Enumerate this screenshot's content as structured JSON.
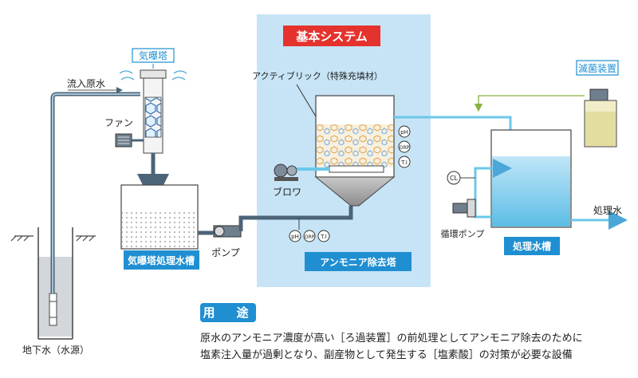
{
  "system_label": "基本システム",
  "labels": {
    "stripping_tower": "気曝塔",
    "inflow_raw_water": "流入原水",
    "fan": "ファン",
    "tower_tank": "気曝塔処理水槽",
    "pump": "ポンプ",
    "groundwater": "地下水（水源）",
    "active_brick": "アクティブリック（特殊充填材）",
    "blower": "ブロワ",
    "ammonia_tower": "アンモニア除去塔",
    "sterilizer": "滅菌装置",
    "circulation_pump": "循環ポンプ",
    "treated_tank": "処理水槽",
    "treated_water": "処理水"
  },
  "sensors": {
    "ph": "pH",
    "orp": "ORP",
    "ti": "T.I",
    "cl": "CL"
  },
  "usage": {
    "title": "用　途",
    "line1": "原水のアンモニア濃度が高い［ろ過装置］の前処理としてアンモニア除去のために",
    "line2": "塩素注入量が過剰となり、副産物として発生する［塩素酸］の対策が必要な設備"
  },
  "colors": {
    "system_bg": "#c6e4f5",
    "header_red": "#e5322d",
    "label_blue": "#1f8fd1",
    "pipe": "#4b6477",
    "water": "#8fd1ee"
  }
}
